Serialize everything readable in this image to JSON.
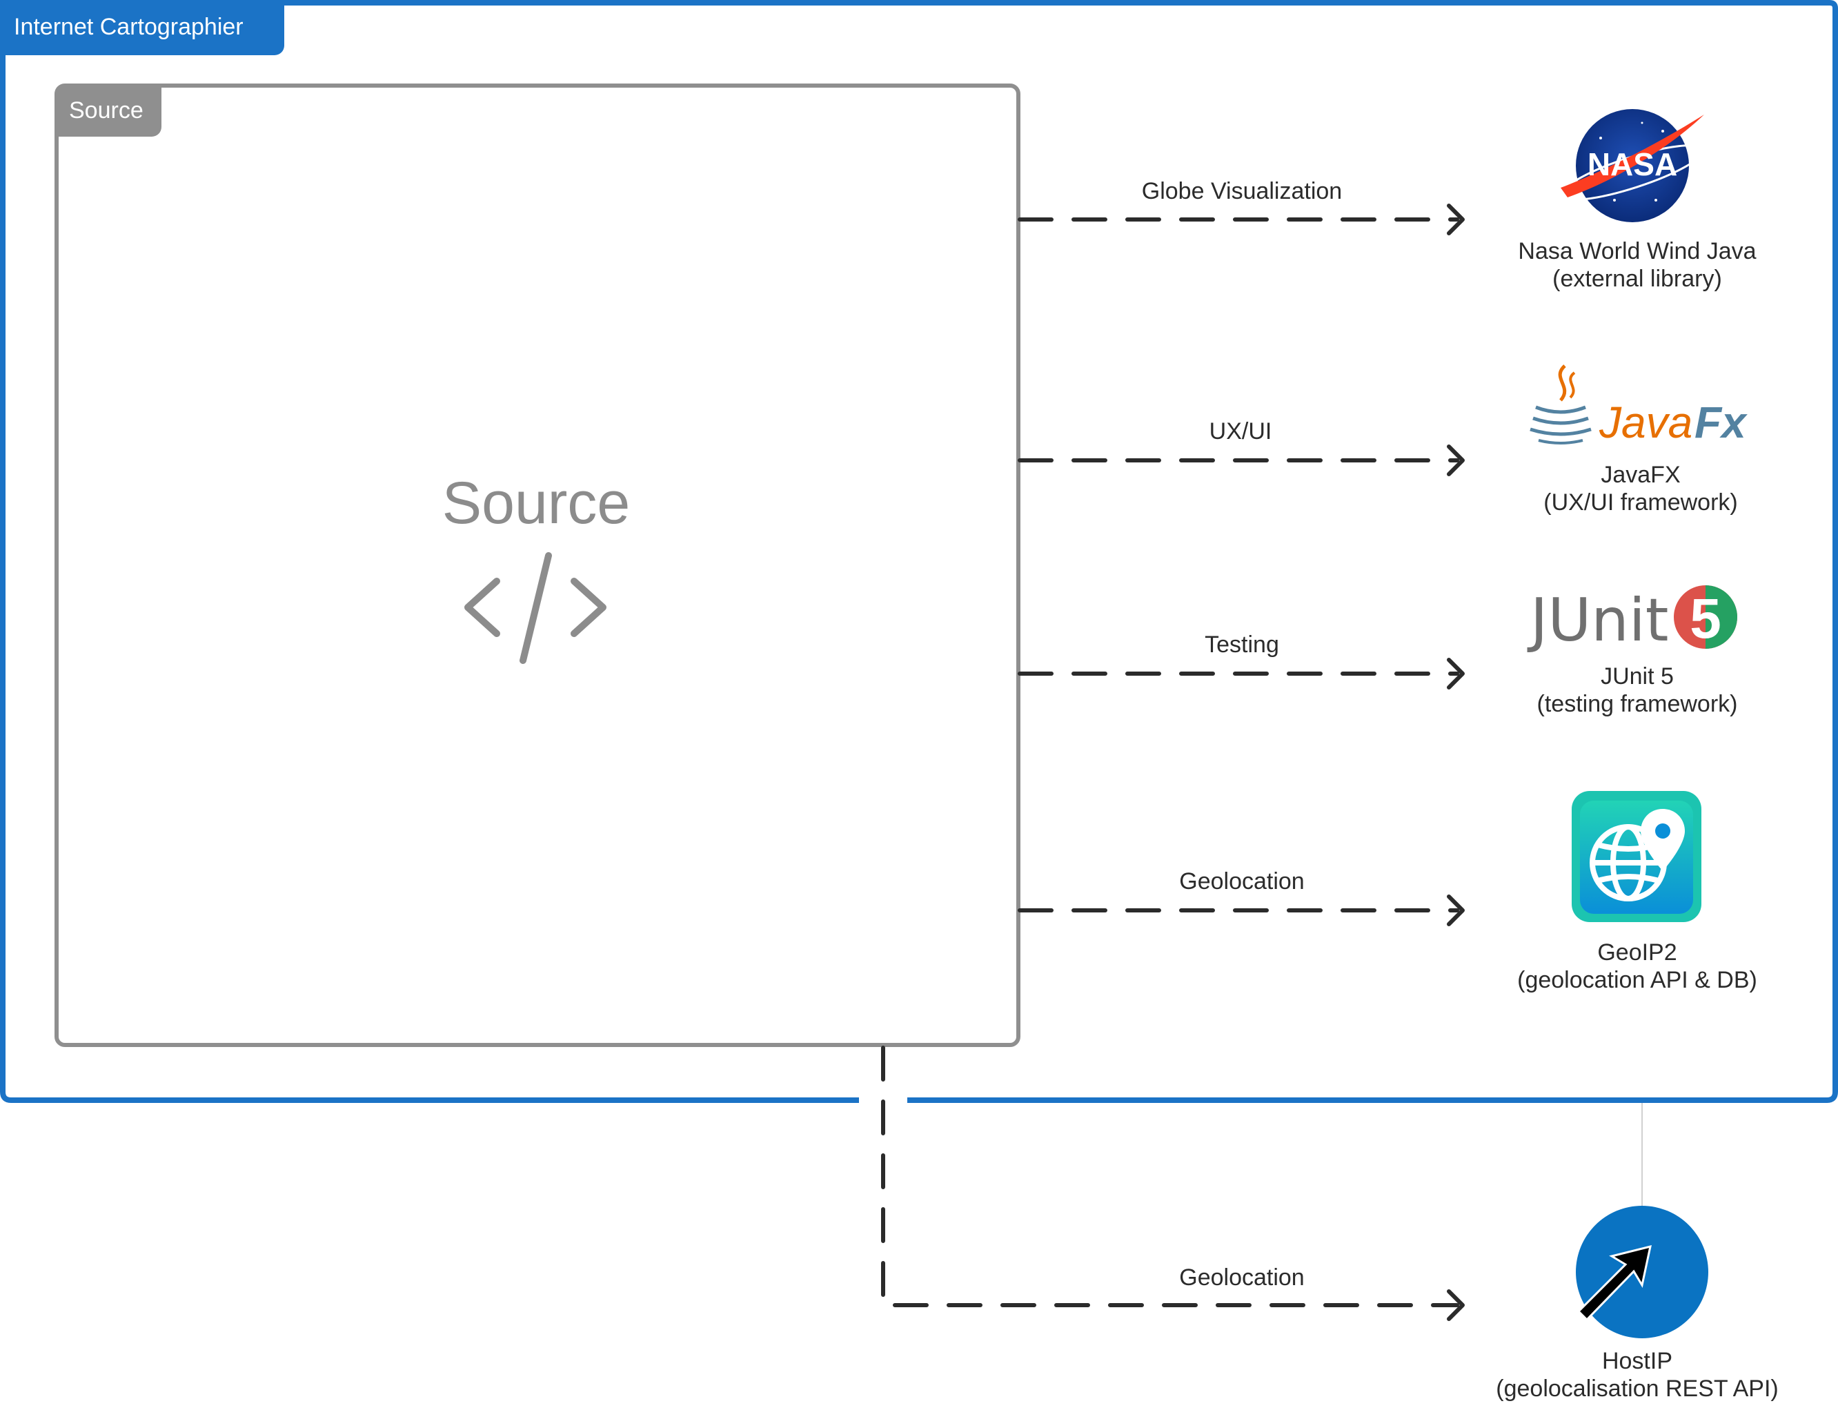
{
  "container": {
    "title": "Internet Cartographier",
    "border_color": "#1b73c6"
  },
  "source": {
    "tab_label": "Source",
    "title": "Source",
    "icon": "code-brackets-icon",
    "border_color": "#8f8f8f"
  },
  "connections": [
    {
      "label": "Globe Visualization"
    },
    {
      "label": "UX/UI"
    },
    {
      "label": "Testing"
    },
    {
      "label": "Geolocation"
    },
    {
      "label": "Geolocation"
    }
  ],
  "nodes": {
    "nasa": {
      "name": "Nasa World Wind Java",
      "desc": "(external library)",
      "icon": "nasa-logo-icon",
      "logo_text": "NASA"
    },
    "javafx": {
      "name": "JavaFX",
      "desc": "(UX/UI framework)",
      "icon": "javafx-logo-icon",
      "logo_text_a": "Java",
      "logo_text_b": "Fx"
    },
    "junit": {
      "name": "JUnit 5",
      "desc": "(testing framework)",
      "icon": "junit5-logo-icon",
      "logo_text": "JUnit",
      "logo_badge": "5"
    },
    "geoip": {
      "name": "GeoIP2",
      "desc": "(geolocation API & DB)",
      "icon": "geoip-globe-pin-icon"
    },
    "hostip": {
      "name": "HostIP",
      "desc": "(geolocalisation REST API)",
      "icon": "hostip-arrow-icon"
    }
  },
  "colors": {
    "edge": "#2b2b2b",
    "javafx_orange": "#e76f00",
    "javafx_blue": "#5382a1",
    "junit_red": "#dc524a",
    "junit_green": "#25a162",
    "nasa_blue": "#0b3d91",
    "nasa_red": "#fc3d21",
    "geoip_teal": "#1cc4b0",
    "hostip_blue": "#0a73c2"
  }
}
